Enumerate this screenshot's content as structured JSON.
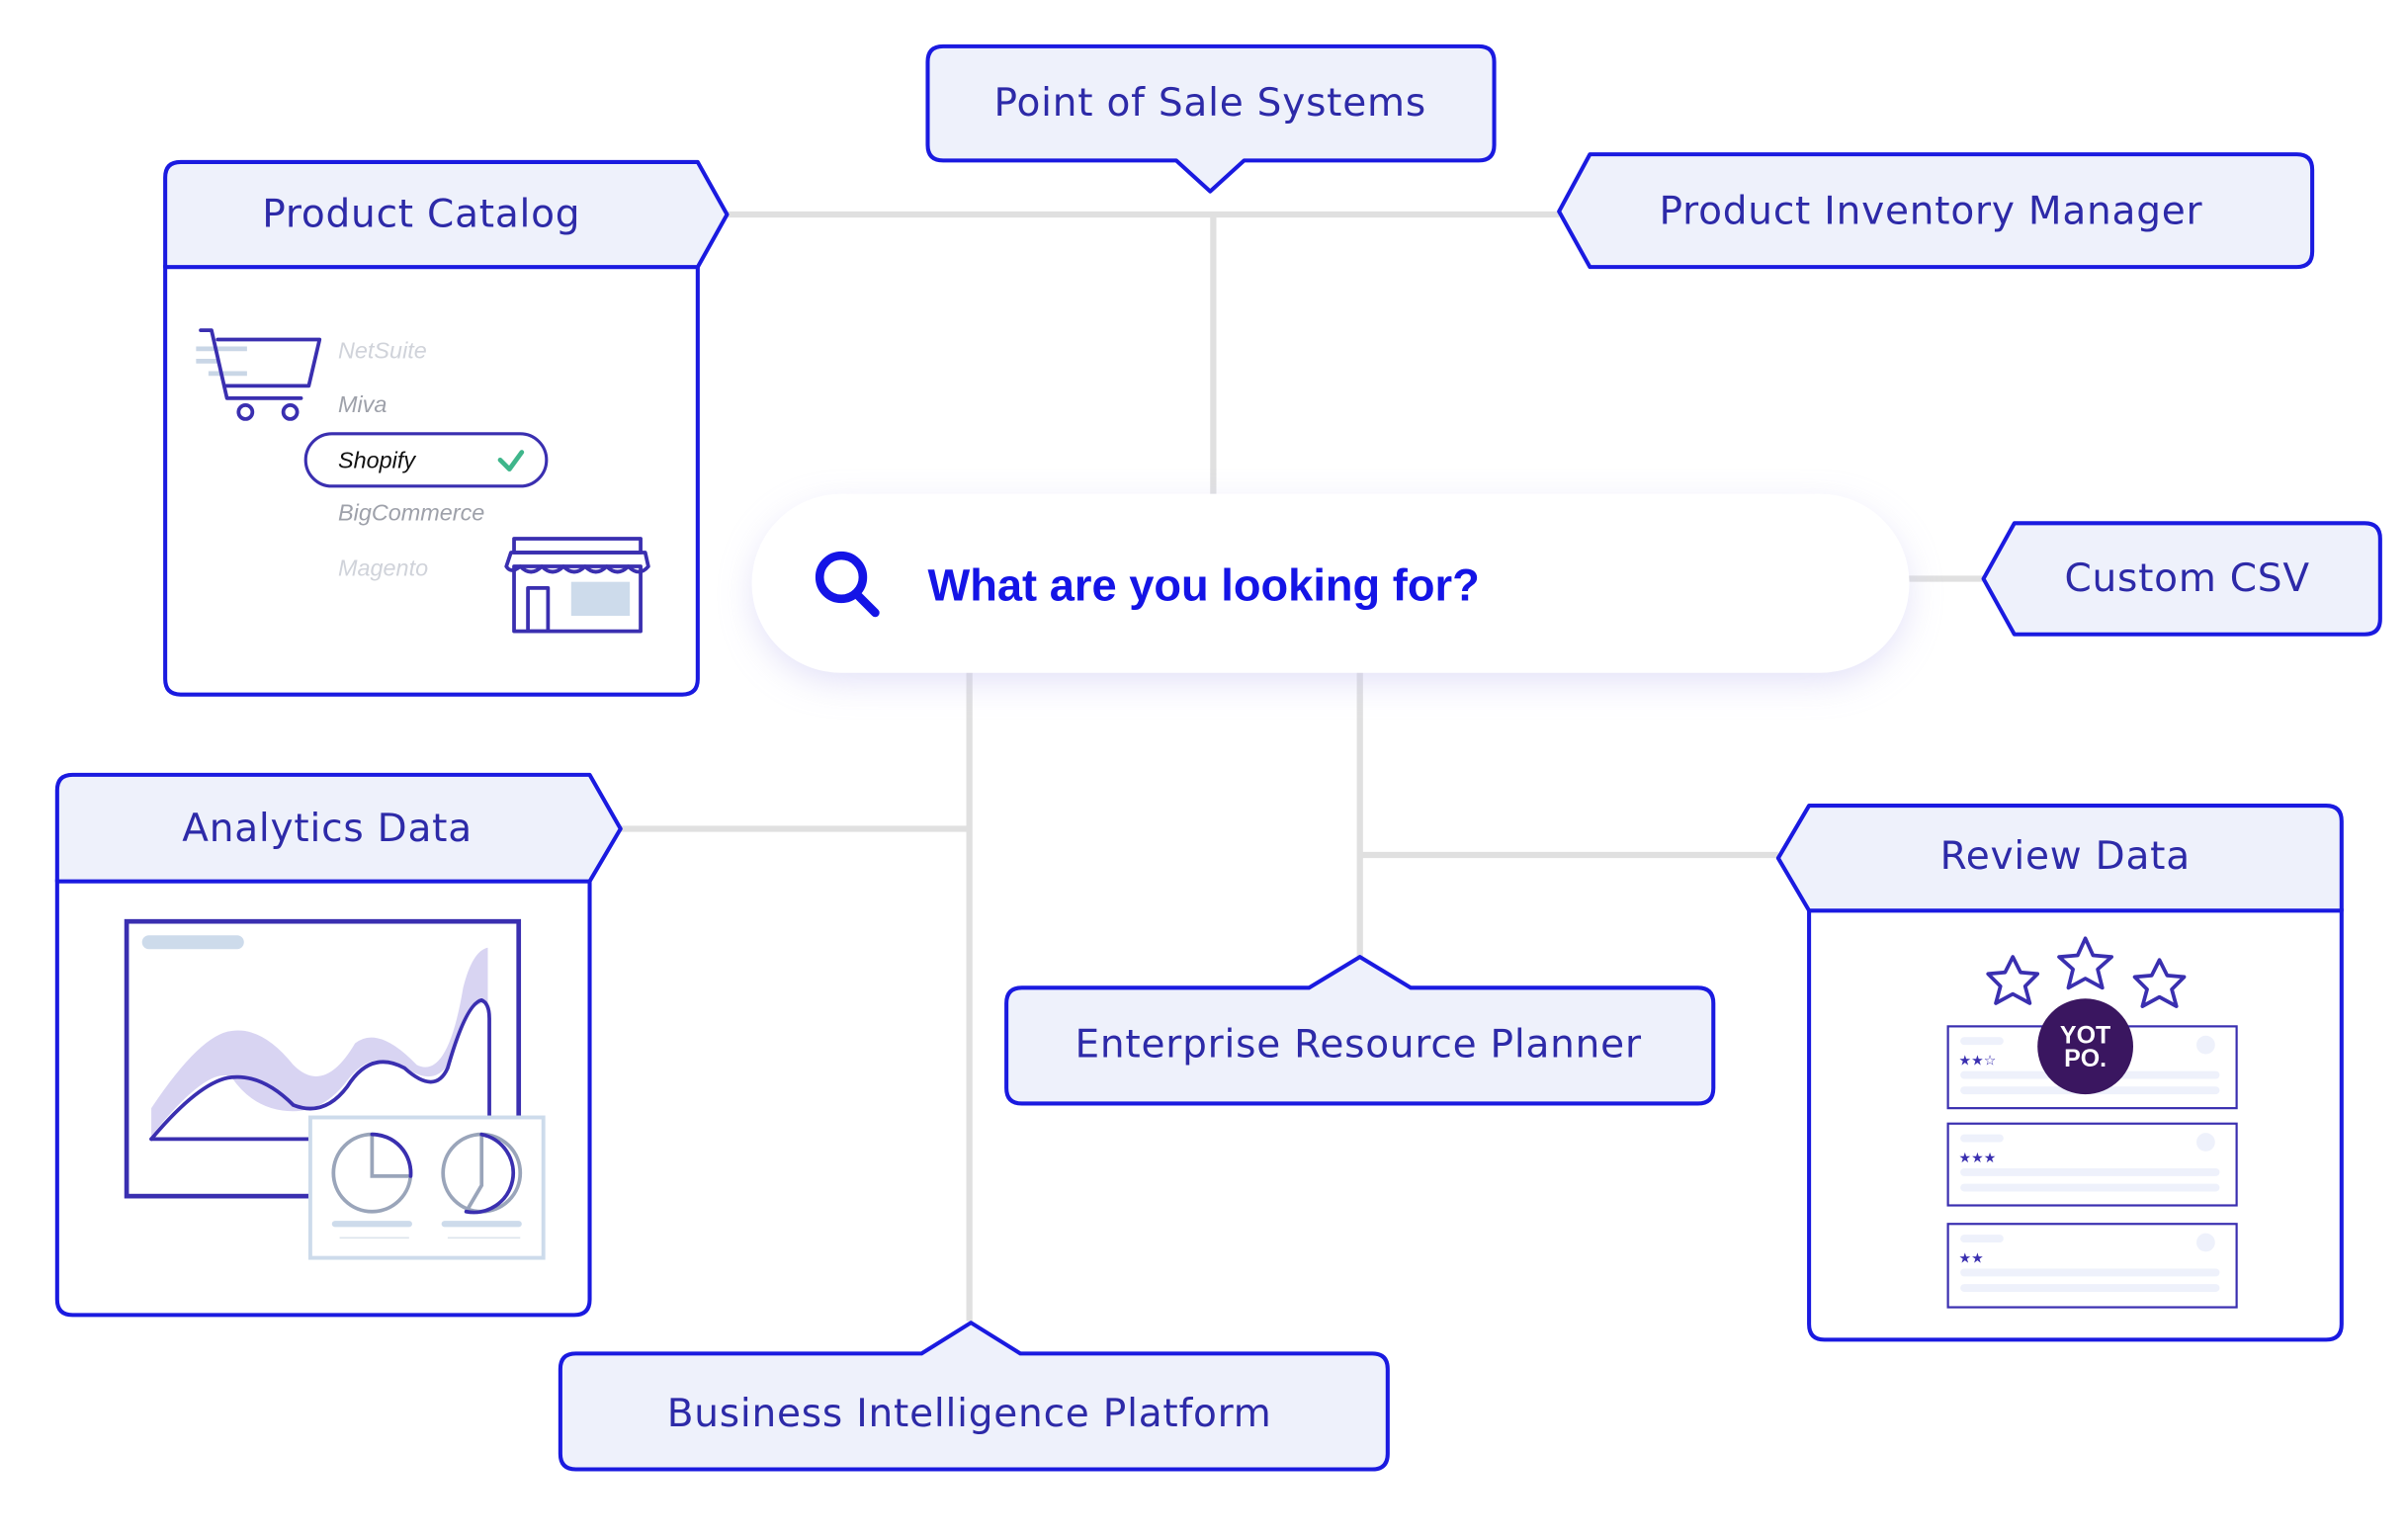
{
  "search": {
    "placeholder": "What are you looking for?",
    "icon": "search-icon"
  },
  "nodes": {
    "point_of_sale": "Point of Sale Systems",
    "product_catalog": "Product Catalog",
    "inventory_manager": "Product Inventory Manager",
    "custom_csv": "Custom CSV",
    "analytics": "Analytics Data",
    "review": "Review Data",
    "erp": "Enterprise Resource Planner",
    "bi": "Business Intelligence Platform"
  },
  "product_catalog_platforms": [
    {
      "name": "NetSuite",
      "selected": false
    },
    {
      "name": "Miva",
      "selected": false
    },
    {
      "name": "Shopify",
      "selected": true
    },
    {
      "name": "BigCommerce",
      "selected": false
    },
    {
      "name": "Magento",
      "selected": false
    }
  ],
  "review_badge": {
    "line1": "YOT",
    "line2": "PO."
  },
  "review_cards": [
    {
      "rating": 2.5
    },
    {
      "rating": 3
    },
    {
      "rating": 2
    }
  ],
  "colors": {
    "accent": "#1a1ae0",
    "label_text": "#2d2aa8",
    "box_fill": "#eef1fb",
    "connector": "#e0e0e0",
    "badge": "#3a1660",
    "check": "#3fb68b"
  }
}
